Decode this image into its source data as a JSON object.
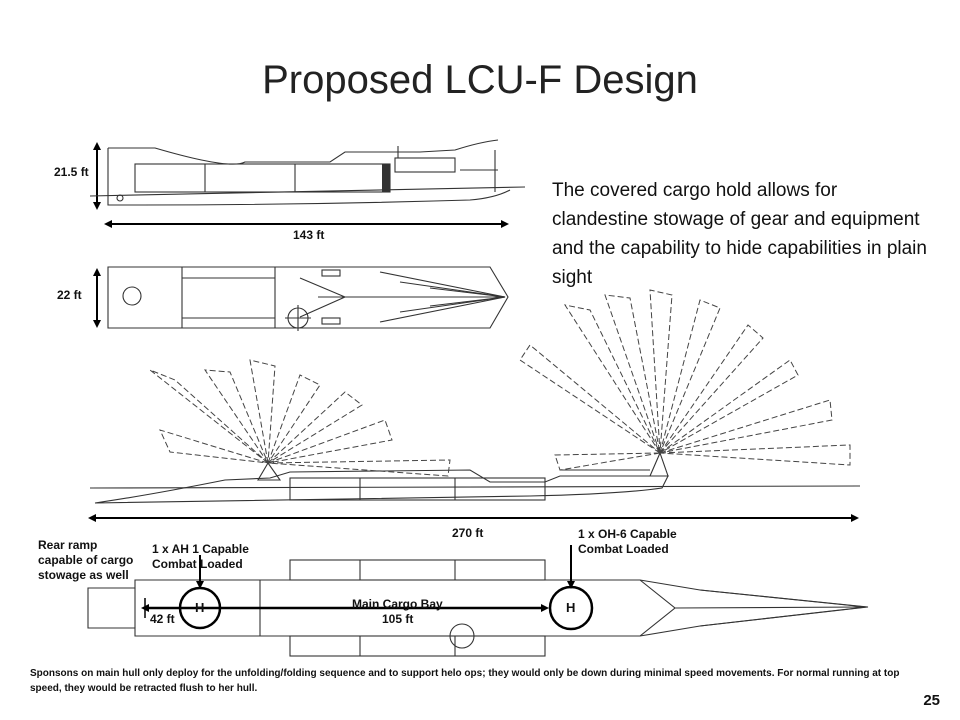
{
  "slide": {
    "title": "Proposed LCU-F Design",
    "description": "The covered cargo hold allows for clandestine stowage of gear and equipment and the capability to hide capabilities in plain sight",
    "page_number": "25",
    "footer": "Sponsons on main hull only deploy for the unfolding/folding sequence and to support helo ops; they would only be down during minimal speed movements.  For normal running at top speed, they would be retracted flush to her hull."
  },
  "diagram": {
    "side_view": {
      "height_label": "21.5 ft",
      "length_label": "143 ft"
    },
    "top_view": {
      "width_label": "22 ft"
    },
    "unfolded_view": {
      "length_label": "270 ft"
    },
    "deck_view": {
      "rear_ramp_note": "Rear ramp capable of cargo stowage as well",
      "ah1_note": "1 x AH 1 Capable Combat Loaded",
      "oh6_note": "1 x OH-6 Capable Combat Loaded",
      "cargo_bay_label": "Main Cargo Bay",
      "left_dim_label": "42 ft",
      "right_dim_label": "105 ft",
      "helo_symbol": "H"
    }
  }
}
